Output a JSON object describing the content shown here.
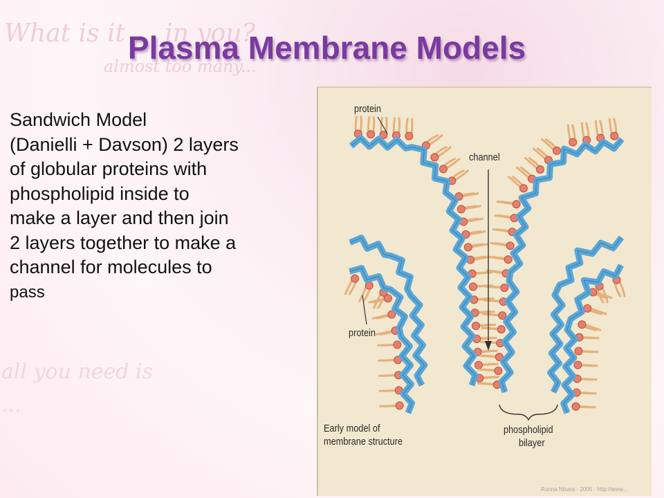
{
  "slide": {
    "title": "Plasma Membrane Models",
    "background_script_lines": [
      "What is it ... in you?",
      "almost too many...",
      "all you need is",
      "..."
    ],
    "body_lines": [
      "Sandwich Model",
      "(Danielli + Davson) 2 layers",
      "of globular proteins with",
      "phospholipid inside to",
      "make a layer and then join",
      "2 layers together to make a",
      "channel for molecules to",
      "pass"
    ]
  },
  "figure": {
    "labels": {
      "protein_top": "protein",
      "channel": "channel",
      "protein_bottom": "protein",
      "caption_line1": "Early model of",
      "caption_line2": "membrane structure",
      "bilayer_line1": "phospholipid",
      "bilayer_line2": "bilayer"
    },
    "footer": "Ronna Ntsara - 2005 - http://www..."
  },
  "colors": {
    "title": "#7a3aa0",
    "protein": "#5aa7d8",
    "lipid_head": "#e87e6c",
    "lipid_tail": "#e6b07a",
    "figure_bg": "#f1e8cf"
  }
}
